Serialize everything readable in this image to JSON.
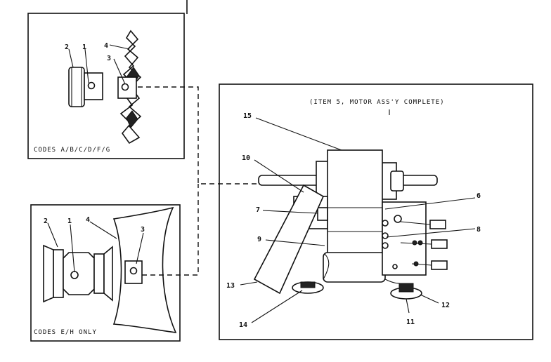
{
  "panel_top": {
    "caption": "CODES A/B/C/D/F/G",
    "labels": {
      "l2": "2",
      "l1": "1",
      "l4": "4",
      "l3": "3"
    }
  },
  "panel_bottom": {
    "caption": "CODES E/H ONLY",
    "labels": {
      "l2": "2",
      "l1": "1",
      "l4": "4",
      "l3": "3"
    }
  },
  "panel_motor": {
    "caption": "(ITEM 5, MOTOR ASS'Y COMPLETE)",
    "labels": {
      "l15": "15",
      "l10": "10",
      "l7": "7",
      "l9": "9",
      "l6": "6",
      "l8": "8",
      "l13": "13",
      "l14": "14",
      "l11": "11",
      "l12": "12"
    }
  }
}
